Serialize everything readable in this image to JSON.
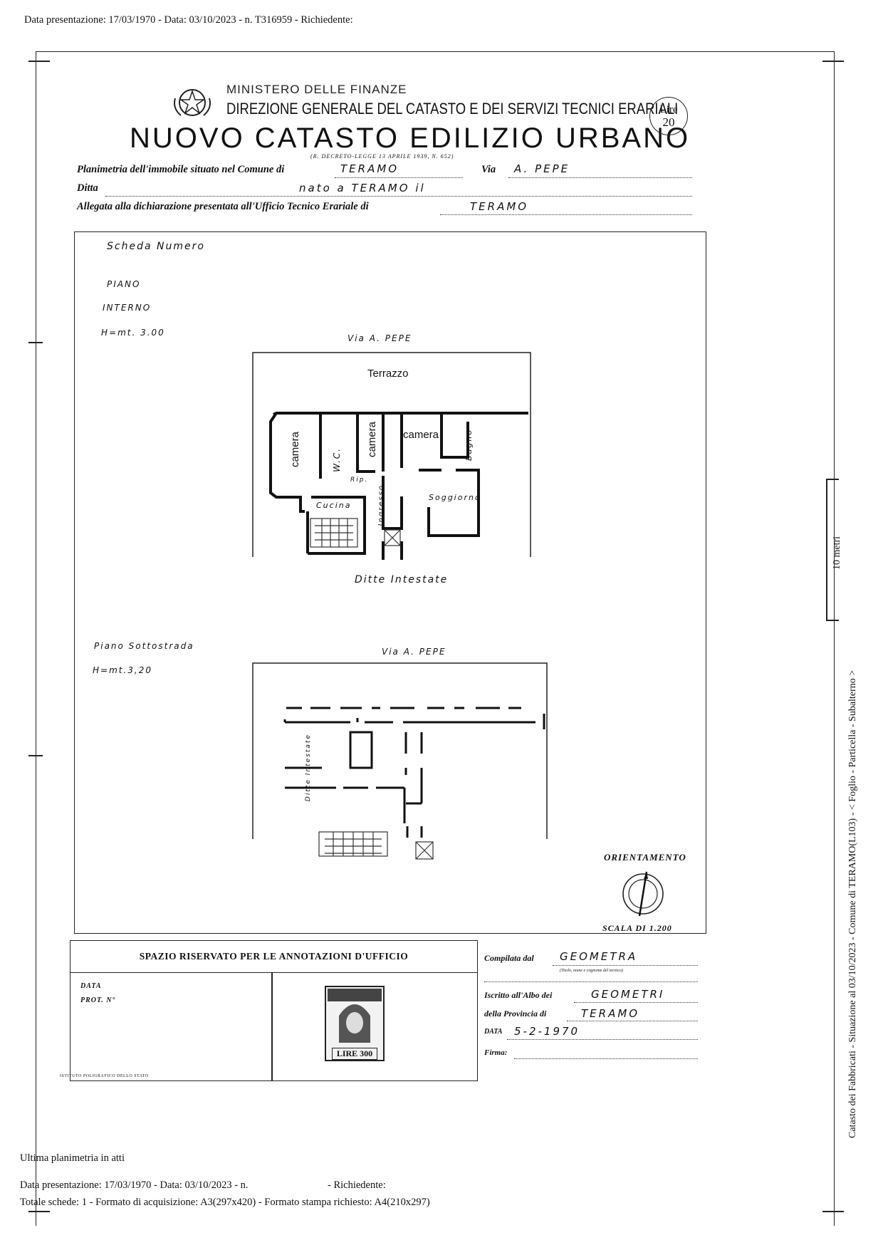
{
  "top_line": "Data presentazione: 17/03/1970 - Data: 03/10/2023 - n. T316959 - Richiedente:",
  "header": {
    "ministry": "MINISTERO DELLE FINANZE",
    "direction": "DIREZIONE GENERALE DEL CATASTO E DEI SERVIZI TECNICI ERARIALI",
    "title": "NUOVO CATASTO EDILIZIO URBANO",
    "decree": "(R. DECRETO-LEGGE 13 APRILE 1939, N. 652)",
    "lire_top": "Lire",
    "lire_value": "20"
  },
  "form": {
    "planimetria_label": "Planimetria dell'immobile situato nel Comune di",
    "comune_value": "TERAMO",
    "via_label": "Via",
    "via_value": "A. PEPE",
    "ditta_label": "Ditta",
    "ditta_value": "nato a TERAMO il",
    "allegata_label": "Allegata alla dichiarazione presentata all'Ufficio Tecnico Erariale di",
    "allegata_value": "TERAMO"
  },
  "plan": {
    "scheda": "Scheda Numero",
    "piano": "PIANO",
    "interno": "INTERNO",
    "height_upper": "H=mt. 3.00",
    "street_upper": "Via A. PEPE",
    "terrazzo": "Terrazzo",
    "camera1": "camera",
    "wc": "W.C.",
    "camera2": "camera",
    "camera3": "camera",
    "bagno": "Bagno",
    "ripostiglio": "Rip.",
    "cucina": "Cucina",
    "ingresso": "Ingresso",
    "soggiorno": "Soggiorno",
    "ditte_intestate": "Ditte Intestate",
    "piano_sotto": "Piano Sottostrada",
    "height_lower": "H=mt.3,20",
    "street_lower": "Via A. PEPE",
    "ditte_intestate_lower": "Ditte Intestate",
    "orientamento": "ORIENTAMENTO",
    "scala": "SCALA DI 1.200"
  },
  "office": {
    "heading": "SPAZIO RISERVATO PER LE ANNOTAZIONI D'UFFICIO",
    "data_label": "DATA",
    "prot_label": "PROT. N°",
    "stamp_value": "LIRE 300",
    "printer": "ISTITUTO POLIGRAFICO DELLO STATO"
  },
  "compiler": {
    "compilata_label": "Compilata dal",
    "compilata_value": "GEOMETRA",
    "titolo_note": "(Titolo, nome e cognome del tecnico)",
    "iscritto_label": "Iscritto all'Albo dei",
    "iscritto_value": "GEOMETRI",
    "provincia_label": "della Provincia di",
    "provincia_value": "TERAMO",
    "data_label": "DATA",
    "data_value": "5-2-1970",
    "firma_label": "Firma:"
  },
  "side": {
    "text": "Catasto dei Fabbricati - Situazione al 03/10/2023 - Comune di TERAMO(L103) - < Foglio  - Particella  - Subalterno  >",
    "scale_label": "10 metri"
  },
  "footer": {
    "ultima": "Ultima planimetria in atti",
    "line1_a": "Data presentazione: 17/03/1970 - Data: 03/10/2023 - n.",
    "line1_b": "- Richiedente:",
    "line2": "Totale schede: 1 - Formato di acquisizione: A3(297x420)  - Formato stampa richiesto: A4(210x297)"
  }
}
